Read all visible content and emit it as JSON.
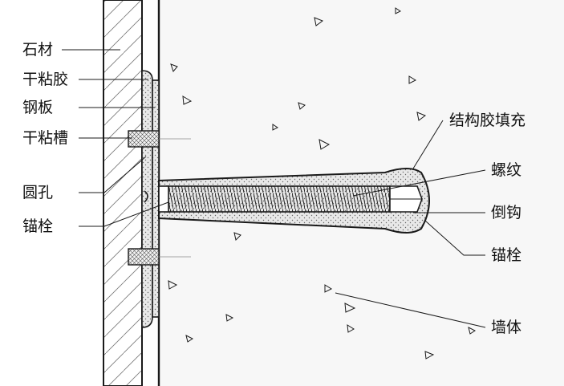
{
  "labels": {
    "stone": "石材",
    "dry_adhesive": "干粘胶",
    "steel_plate": "钢板",
    "dry_groove": "干粘槽",
    "round_hole": "圆孔",
    "anchor_left": "锚栓",
    "structural_glue_fill": "结构胶填充",
    "thread": "螺纹",
    "barb": "倒钩",
    "anchor_right": "锚栓",
    "wall": "墙体"
  }
}
